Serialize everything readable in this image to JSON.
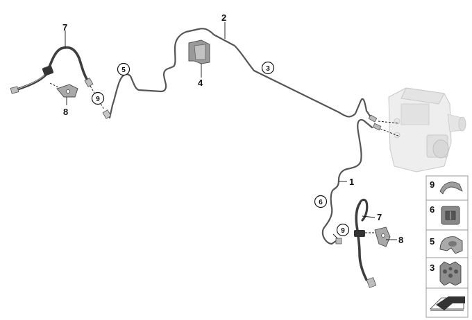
{
  "callouts": {
    "c1": "1",
    "c2": "2",
    "c4": "4",
    "c7a": "7",
    "c7b": "7",
    "c8a": "8",
    "c8b": "8"
  },
  "circled": {
    "c3": "3",
    "c5": "5",
    "c6": "6",
    "c9a": "9",
    "c9b": "9"
  },
  "legend": {
    "items": [
      {
        "num": "9"
      },
      {
        "num": "6"
      },
      {
        "num": "5"
      },
      {
        "num": "3"
      }
    ]
  }
}
